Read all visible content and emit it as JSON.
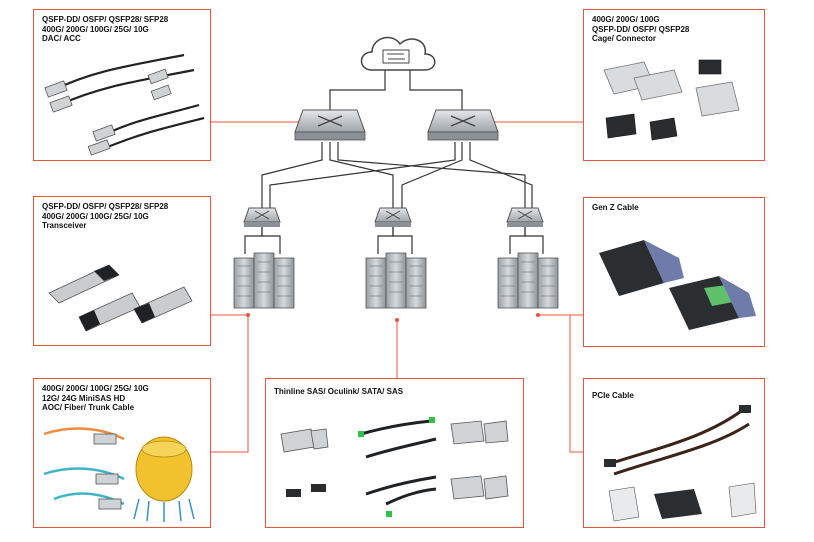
{
  "boxes": {
    "dac": {
      "lines": [
        "QSFP-DD/ OSFP/ QSFP28/ SFP28",
        "400G/ 200G/ 100G/ 25G/ 10G",
        "DAC/ ACC"
      ]
    },
    "cage": {
      "lines": [
        "400G/ 200G/ 100G",
        "QSFP-DD/ OSFP/ QSFP28",
        "Cage/ Connector"
      ]
    },
    "transceiver": {
      "lines": [
        "QSFP-DD/ OSFP/ QSFP28/ SFP28",
        "400G/ 200G/ 100G/ 25G/ 10G",
        "Transceiver"
      ]
    },
    "genz": {
      "lines": [
        "Gen Z Cable"
      ]
    },
    "aoc": {
      "lines": [
        "400G/ 200G/ 100G/ 25G/ 10G",
        "12G/ 24G MiniSAS HD",
        "AOC/ Fiber/ Trunk Cable"
      ]
    },
    "sas": {
      "lines": [
        "Thinline SAS/ Oculink/ SATA/ SAS"
      ]
    },
    "pcie": {
      "lines": [
        "PCIe Cable"
      ]
    }
  },
  "colors": {
    "accent": "#e8553f",
    "line": "#333333",
    "device": "#b7bcc0",
    "device_dark": "#6b7176"
  },
  "icons": [
    "cloud-icon",
    "switch-icon",
    "server-rack-icon",
    "cable-product-image"
  ]
}
